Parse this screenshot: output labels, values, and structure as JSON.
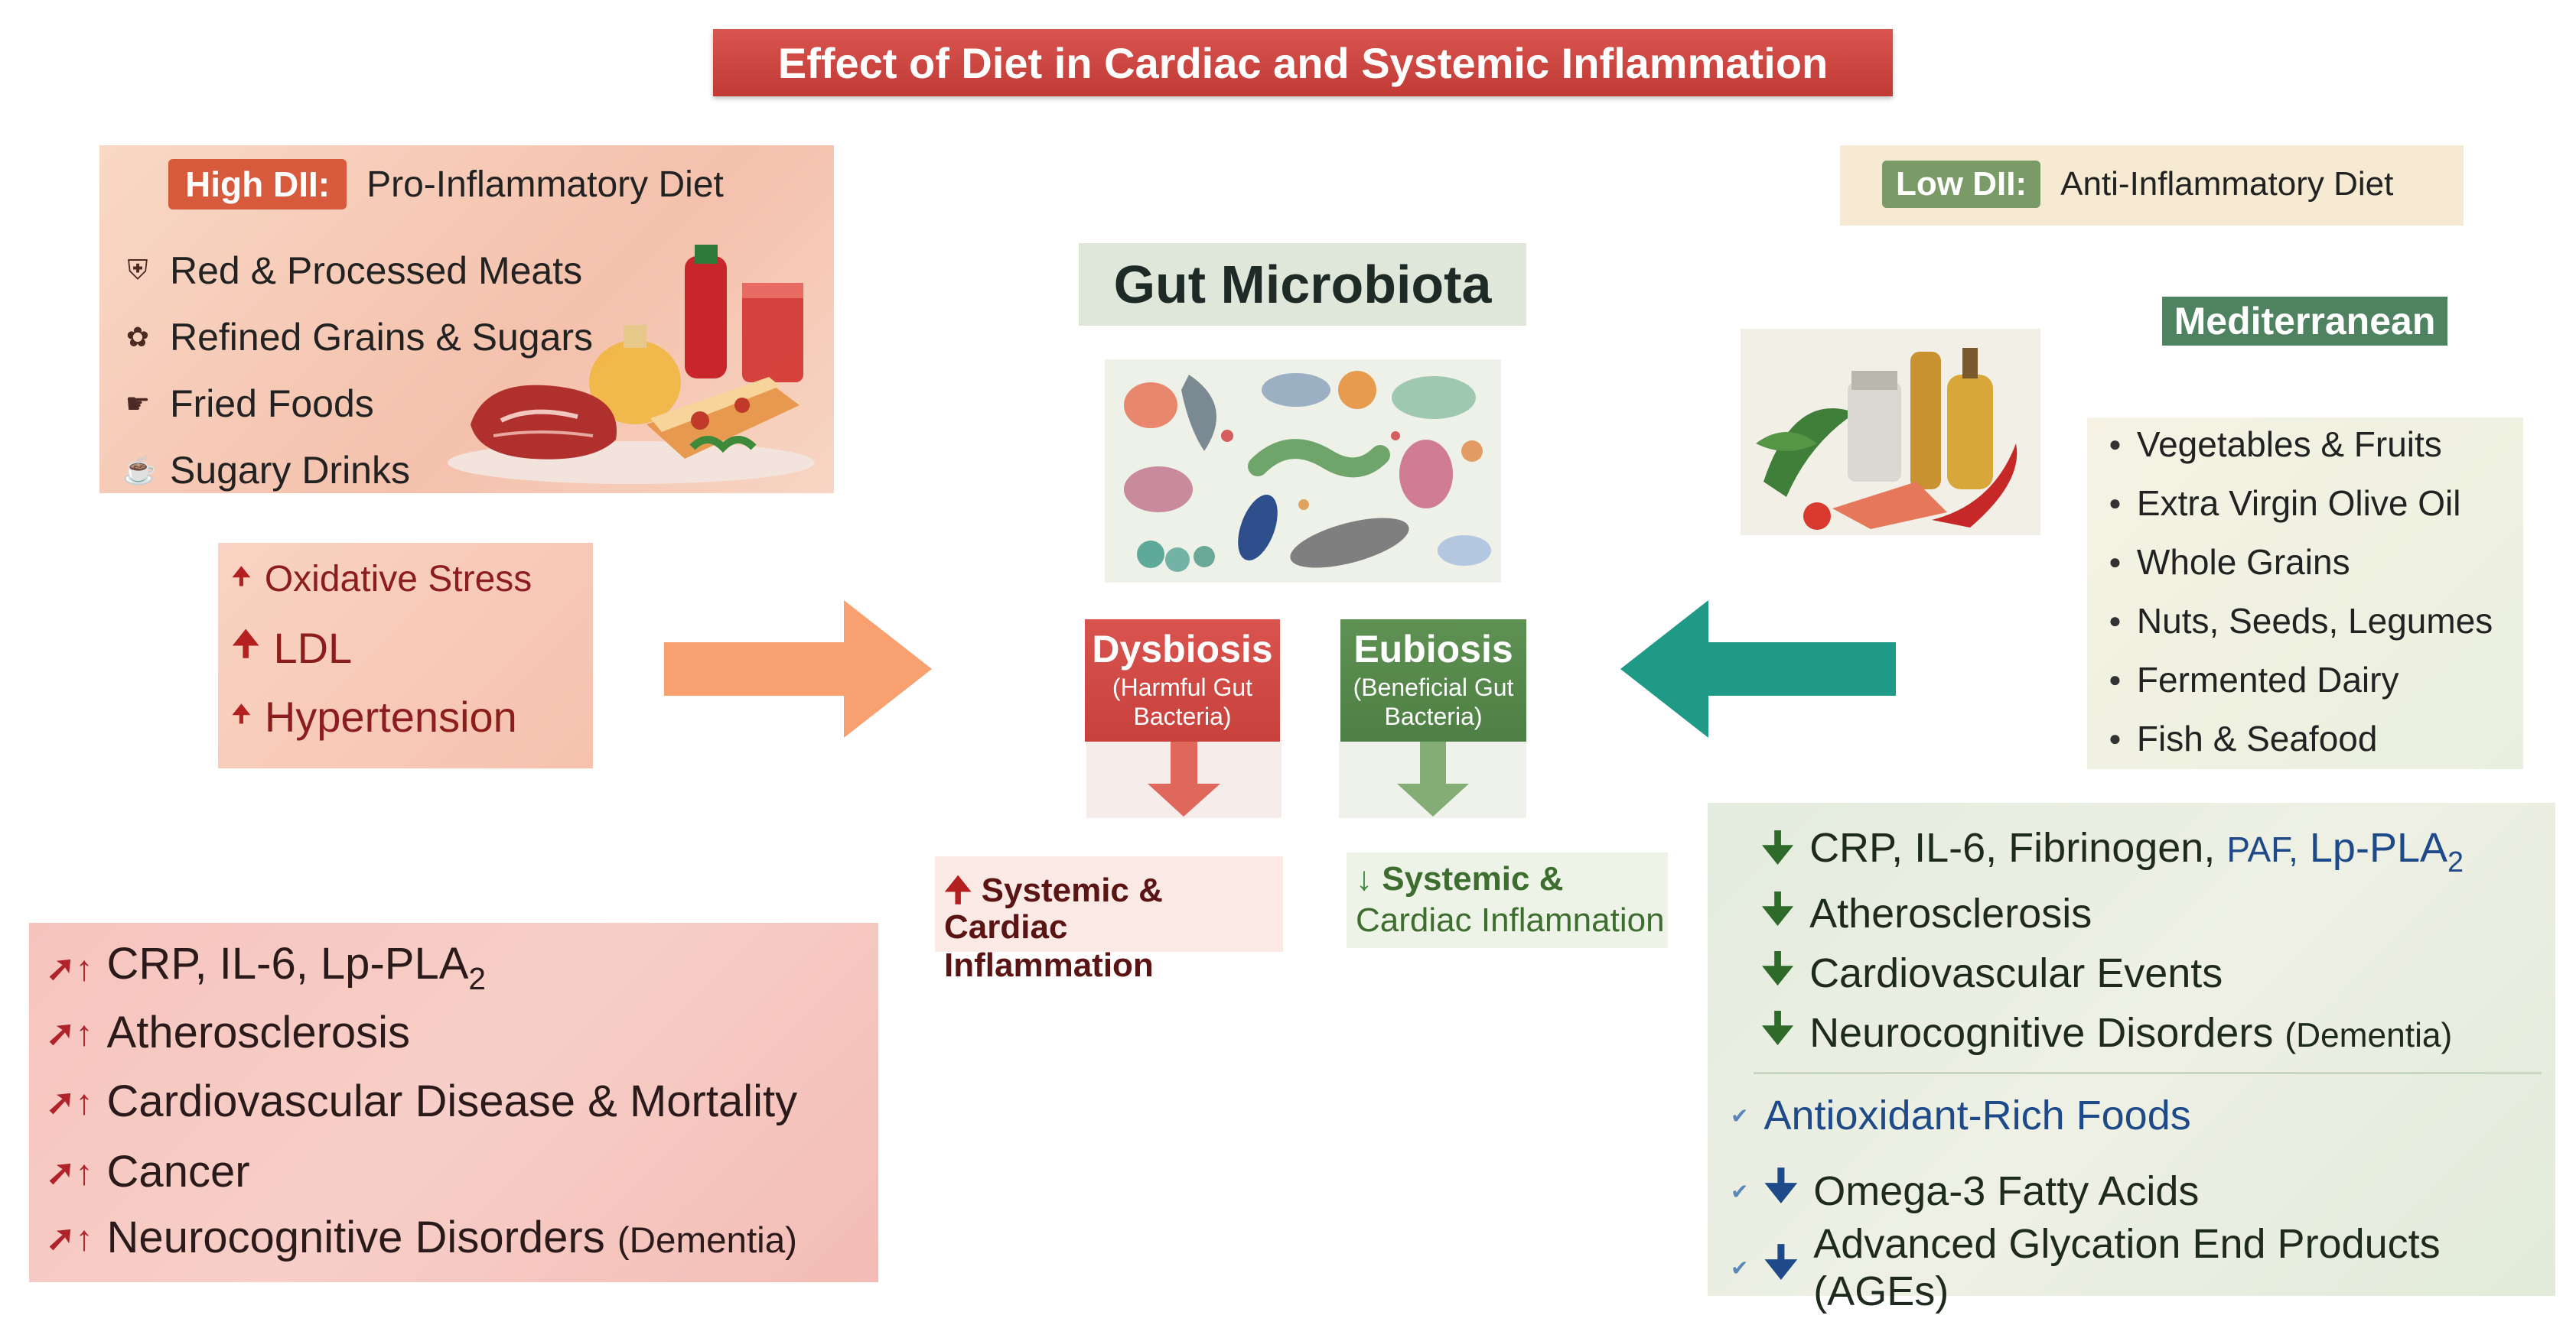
{
  "title": "Effect of Diet in Cardiac and Systemic Inflammation",
  "high_dii": {
    "badge": "High DII:",
    "label": "Pro-Inflammatory Diet",
    "items": [
      "Red & Processed Meats",
      "Refined Grains & Sugars",
      "Fried Foods",
      "Sugary Drinks"
    ]
  },
  "pro_effects": {
    "items": [
      "Oxidative Stress",
      "LDL",
      "Hypertension"
    ]
  },
  "left_outcomes": {
    "crp_main": "CRP, IL-6, Lp-PLA",
    "crp_sub": "2",
    "atherosclerosis": "Atherosclerosis",
    "cvd": "Cardiovascular Disease & Mortality",
    "cancer": "Cancer",
    "neuro_main": "Neurocognitive Disorders",
    "neuro_paren": "(Dementia)"
  },
  "center": {
    "title": "Gut Microbiota",
    "dysbiosis": {
      "title": "Dysbiosis",
      "sub1": "(Harmful Gut",
      "sub2": "Bacteria)"
    },
    "eubiosis": {
      "title": "Eubiosis",
      "sub1": "(Beneficial Gut",
      "sub2": "Bacteria)"
    },
    "sys_up": {
      "line1": "Systemic &",
      "line2": "Cardiac Inflammation"
    },
    "sys_down": {
      "line1": "Systemic &",
      "line2": "Cardiac Inflamnation"
    }
  },
  "low_dii": {
    "badge": "Low DII:",
    "label": "Anti-Inflammatory Diet",
    "mediterranean": "Mediterranean",
    "items": [
      "Vegetables & Fruits",
      "Extra Virgin Olive Oil",
      "Whole Grains",
      "Nuts, Seeds, Legumes",
      "Fermented Dairy",
      "Fish & Seafood"
    ]
  },
  "right_outcomes": {
    "crp_main": "CRP, IL-6, Fibrinogen,",
    "crp_paf": "PAF,",
    "crp_lp": "Lp-PLA",
    "crp_sub": "2",
    "atherosclerosis": "Atherosclerosis",
    "cv_events": "Cardiovascular Events",
    "neuro_main": "Neurocognitive Disorders",
    "neuro_paren": "(Dementia)",
    "antioxidant": "Antioxidant-Rich Foods",
    "omega": "Omega-3 Fatty Acids",
    "ages": "Advanced Glycation End Products (AGEs)"
  },
  "colors": {
    "title_red": "#c13a36",
    "high_badge": "#d85a3c",
    "low_badge": "#7a9a67",
    "mediterranean": "#4f8260",
    "orange_arrow": "#f8a06f",
    "teal_arrow": "#1f9a86",
    "dysbiosis_red": "#d9534f",
    "eubiosis_green": "#5e9153"
  }
}
